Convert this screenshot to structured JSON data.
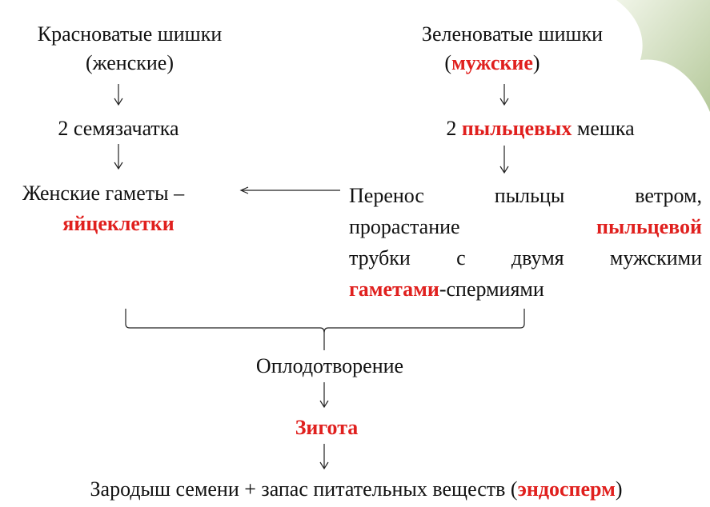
{
  "left": {
    "title": "Красноватые шишки",
    "subtitle": "(женские)",
    "step2": "2 семязачатка",
    "gametes": "Женские гаметы –",
    "gametes_red": "яйцеклетки"
  },
  "right": {
    "title": "Зеленоватые шишки",
    "subtitle_open": "(",
    "subtitle_red": "мужские",
    "subtitle_close": ")",
    "step2_prefix": "2 ",
    "step2_red": "пыльцевых",
    "step2_suffix": " мешка",
    "para": {
      "l1": "Перенос пыльцы ветром,",
      "l2a": "прорастание",
      "l2b": "пыльцевой",
      "l3": "трубки с двумя мужскими",
      "l4_red": "гаметами",
      "l4": "-спермиями"
    }
  },
  "center": {
    "fertilization": "Оплодотворение",
    "zygote": "Зигота",
    "final_prefix": "Зародыш семени + запас питательных веществ (",
    "final_red": "эндосперм",
    "final_suffix": ")"
  },
  "colors": {
    "accent": "#e0201e",
    "page_curl": "#b5c99a"
  }
}
